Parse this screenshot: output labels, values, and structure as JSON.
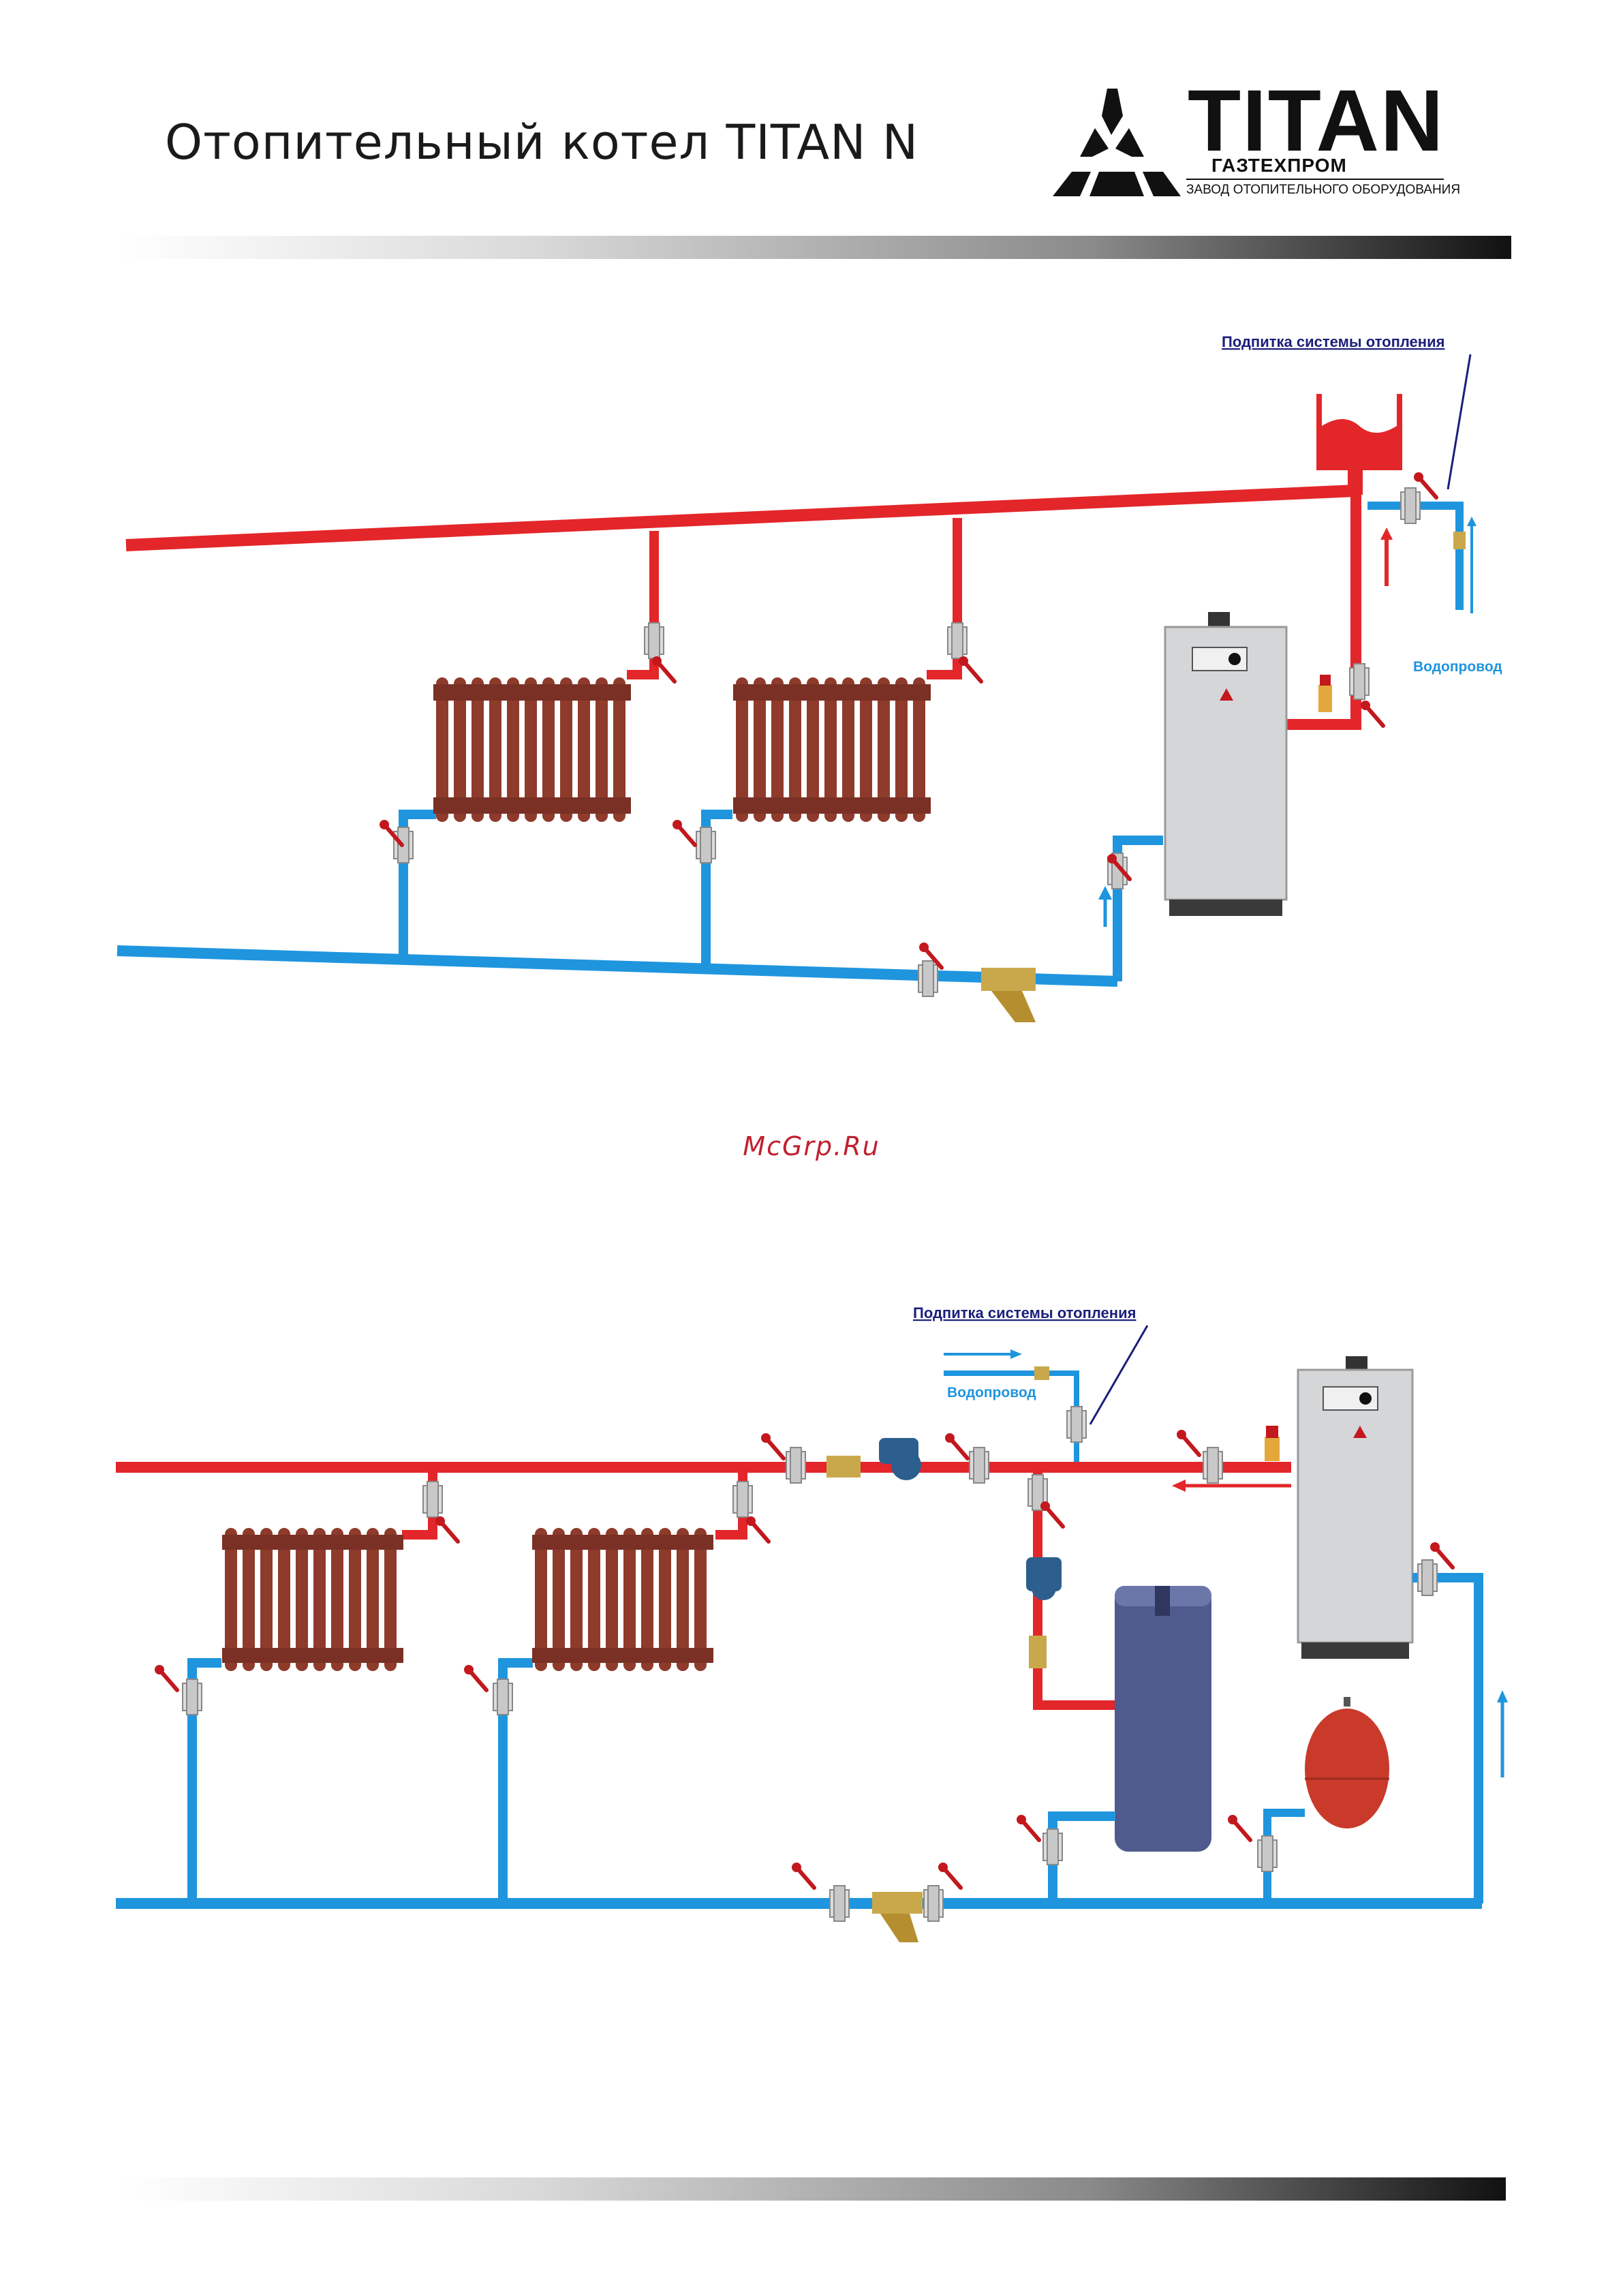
{
  "header": {
    "title": "Отопительный котел TITAN N",
    "logo": {
      "wordmark": "TITAN",
      "company": "ГАЗТЕХПРОМ",
      "tagline": "ЗАВОД ОТОПИТЕЛЬНОГО ОБОРУДОВАНИЯ"
    }
  },
  "diagram_top": {
    "makeup_label": "Подпитка системы отопления",
    "water_supply_label": "Водопровод"
  },
  "watermark": "McGrp.Ru",
  "diagram_bottom": {
    "makeup_label": "Подпитка системы отопления",
    "water_supply_label": "Водопровод"
  },
  "colors": {
    "supply_pipe": "#e3262a",
    "return_pipe": "#1f95de",
    "radiator": "#8e3b2c",
    "boiler_body": "#d5d6d8",
    "tank": "#4f5b8c",
    "expansion_vessel": "#c93a2a",
    "label_link": "#1b1f7a"
  }
}
